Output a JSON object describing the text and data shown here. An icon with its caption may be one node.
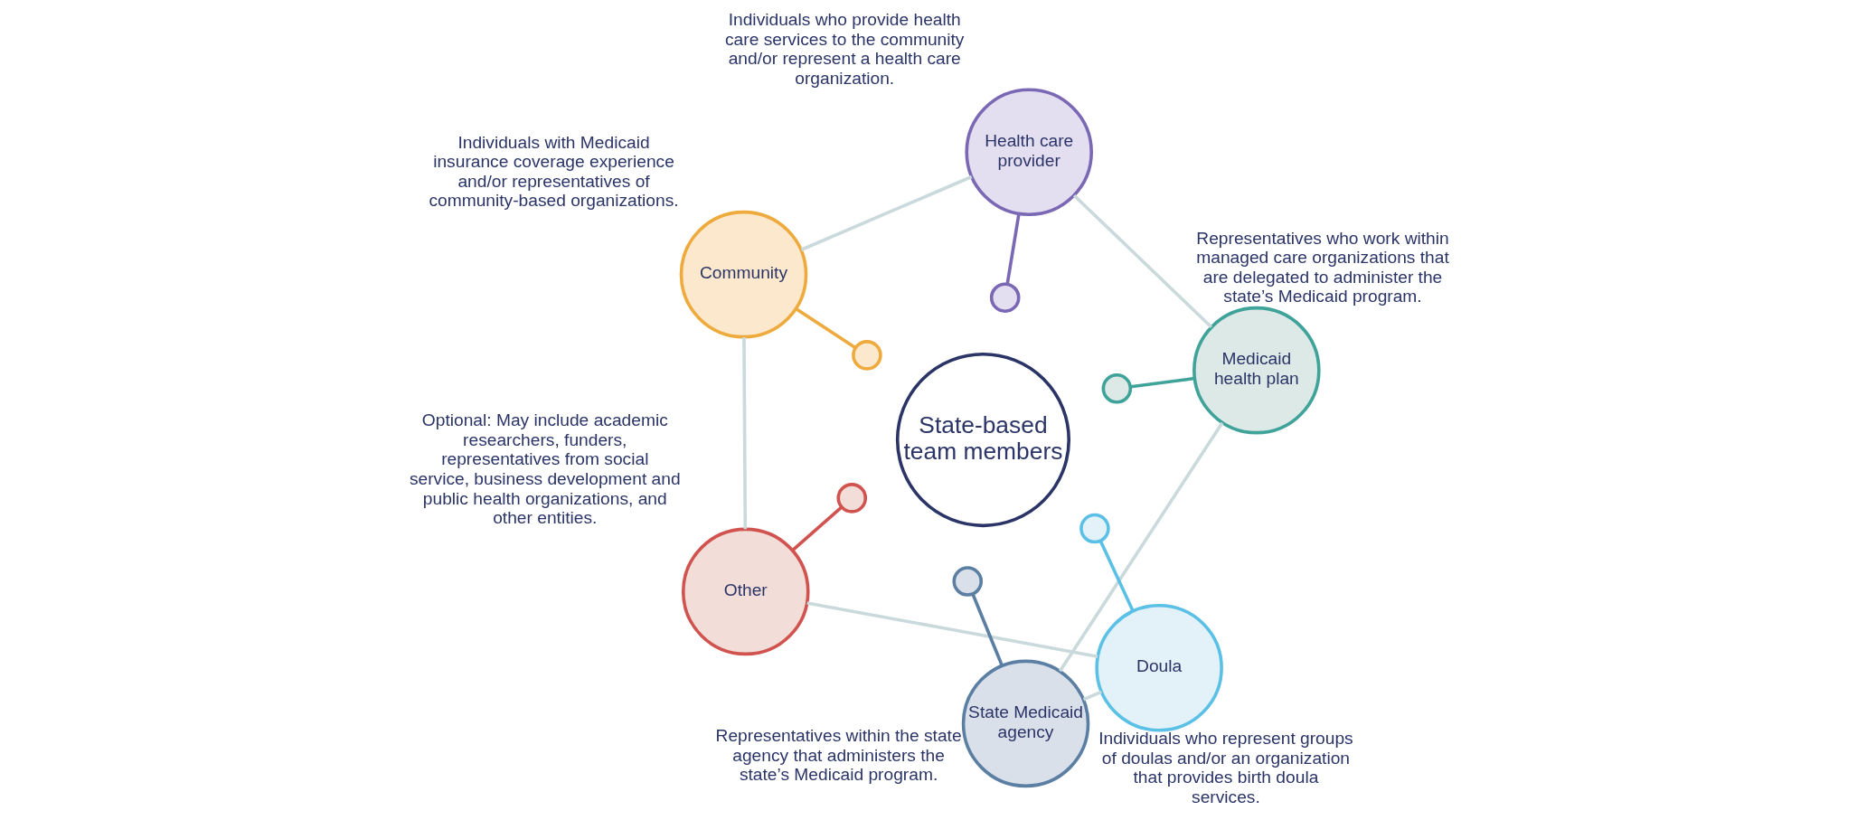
{
  "diagram": {
    "nodes": [
      {
        "text": [
          "State-based team members"
        ]
      },
      {
        "text": [
          "Doula"
        ],
        "beside": [
          "Individuals who represent groups of doulas and/or an organization that provides birth doula services."
        ]
      },
      {
        "text": [
          "State Medicaid agency"
        ],
        "beside": [
          "Representatives within the state agency that administers the state’s Medicaid program."
        ]
      },
      {
        "text": [
          "Medicaid health plan"
        ],
        "beside": [
          "Representatives who work within managed care organizations that are delegated to administer the state’s Medicaid program."
        ]
      },
      {
        "text": [
          "Health care provider"
        ],
        "beside": [
          "Individuals who provide health care services to the community and/or represent a health care organization."
        ]
      },
      {
        "text": [
          "Community"
        ],
        "beside": [
          "Individuals with Medicaid insurance coverage experience and/or representatives of community-based organizations."
        ]
      },
      {
        "text": [
          "Other"
        ],
        "beside": [
          "Optional: May include academic researchers, funders, representatives from social service, business development and public health organizations, and other entities."
        ]
      },
      {
        "text": [],
        "shape": "circle"
      },
      {
        "text": [],
        "shape": "circle"
      },
      {
        "text": [],
        "shape": "circle"
      },
      {
        "text": [],
        "shape": "circle"
      },
      {
        "text": [],
        "shape": "circle"
      },
      {
        "text": [],
        "shape": "circle"
      }
    ],
    "edges": [
      {
        "from": 7,
        "to": 1,
        "arrow": "none",
        "color": "#5bc0e6"
      },
      {
        "from": 8,
        "to": 2,
        "arrow": "none",
        "color": "#5a7fa3"
      },
      {
        "from": 9,
        "to": 3,
        "arrow": "none",
        "color": "#3fa39a"
      },
      {
        "from": 10,
        "to": 4,
        "arrow": "none",
        "color": "#7b68b5"
      },
      {
        "from": 11,
        "to": 5,
        "arrow": "none",
        "color": "#eeaa3c"
      },
      {
        "from": 12,
        "to": 6,
        "arrow": "none",
        "color": "#d1534f"
      },
      {
        "from": 1,
        "to": 2,
        "arrow": "none",
        "color": "#c9d9dc"
      },
      {
        "from": 2,
        "to": 3,
        "arrow": "none",
        "color": "#c9d9dc"
      },
      {
        "from": 3,
        "to": 4,
        "arrow": "none",
        "color": "#c9d9dc"
      },
      {
        "from": 4,
        "to": 5,
        "arrow": "none",
        "color": "#c9d9dc"
      },
      {
        "from": 5,
        "to": 6,
        "arrow": "none",
        "color": "#c9d9dc"
      },
      {
        "from": 6,
        "to": 1,
        "arrow": "none",
        "color": "#c9d9dc"
      }
    ]
  }
}
